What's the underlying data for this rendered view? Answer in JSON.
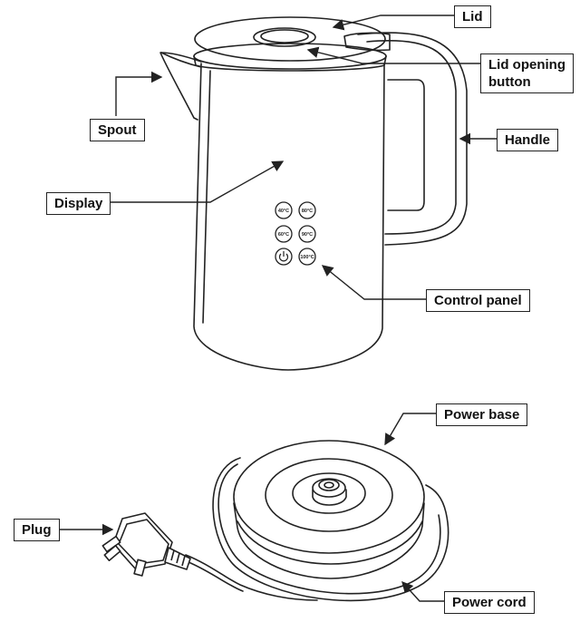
{
  "labels": {
    "lid": "Lid",
    "lid_opening_button": "Lid opening\nbutton",
    "handle": "Handle",
    "spout": "Spout",
    "display": "Display",
    "control_panel": "Control panel",
    "power_base": "Power base",
    "plug": "Plug",
    "power_cord": "Power cord"
  },
  "control_panel": {
    "buttons": [
      "40°C",
      "80°C",
      "60°C",
      "90°C",
      "power",
      "100°C"
    ]
  }
}
